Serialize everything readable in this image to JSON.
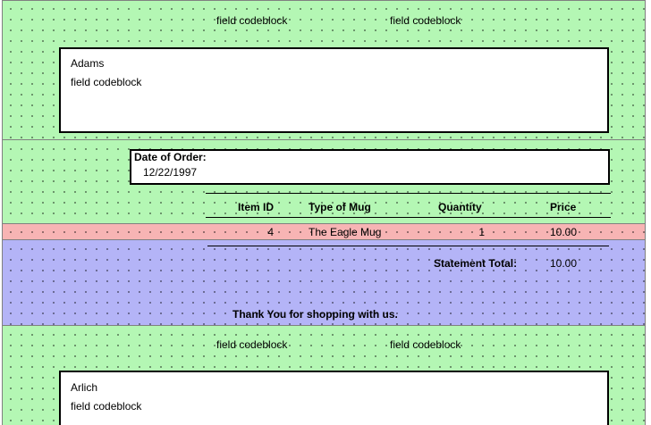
{
  "page_header": {
    "field_left": "field codeblock",
    "field_right": "field codeblock"
  },
  "address_block": {
    "name": "Adams",
    "field": "field codeblock"
  },
  "order": {
    "date_label": "Date of Order:",
    "date_value": "12/22/1997"
  },
  "table": {
    "headers": {
      "item_id": "Item ID",
      "type": "Type of Mug",
      "quantity": "Quantity",
      "price": "Price"
    },
    "rows": [
      {
        "item_id": "4",
        "type": "The Eagle Mug",
        "quantity": "1",
        "price": "10.00"
      }
    ]
  },
  "summary": {
    "total_label": "Statement Total:",
    "total_value": "10.00",
    "thanks": "Thank You for shopping with us."
  },
  "next_page_header": {
    "field_left": "field codeblock",
    "field_right": "field codeblock"
  },
  "next_address_block": {
    "name": "Arlich",
    "field": "field codeblock"
  },
  "colors": {
    "band_green": "#b4f7b4",
    "band_red": "#f7b4b4",
    "band_blue": "#b4b4f7"
  }
}
